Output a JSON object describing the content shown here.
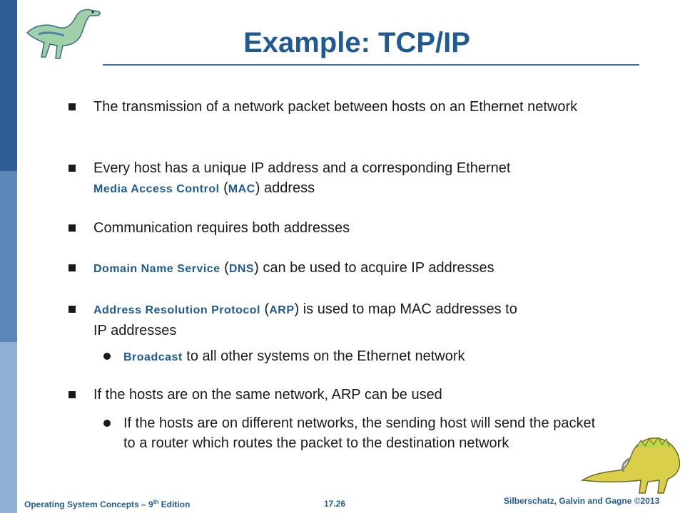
{
  "slide": {
    "title": "Example: TCP/IP"
  },
  "bullets": [
    {
      "text": "The transmission of a network packet between hosts on an Ethernet network"
    },
    {
      "prefix": "Every host has a unique IP address and a corresponding Ethernet",
      "term": "Media Access Control",
      "paren_term": "MAC",
      "suffix": " address"
    },
    {
      "text": "Communication requires both addresses"
    },
    {
      "term": "Domain Name Service",
      "paren_term": "DNS",
      "suffix": " can be used to acquire IP addresses"
    },
    {
      "term": "Address Resolution Protocol",
      "paren_term": "ARP",
      "suffix_line1": " is used to map MAC addresses to",
      "suffix_line2": "IP addresses"
    },
    {
      "term": "Broadcast",
      "suffix": " to all other systems on the Ethernet network"
    },
    {
      "text": "If the hosts are on the same network, ARP can be used"
    },
    {
      "text": "If the hosts are on different networks, the sending host will send the packet to a router which routes the packet to the destination network"
    }
  ],
  "footer": {
    "left_main": "Operating System Concepts – 9",
    "left_sup": "th",
    "left_tail": " Edition",
    "center": "17.26",
    "right": "Silberschatz, Galvin and Gagne ©2013"
  },
  "colors": {
    "accent": "#1f5b93",
    "band_dark": "#2f5e96",
    "band_mid": "#5b86b8",
    "band_light": "#8fb0d4"
  },
  "icons": {
    "top_left": "dinosaur-icon",
    "bottom_right": "dinosaur-icon"
  }
}
